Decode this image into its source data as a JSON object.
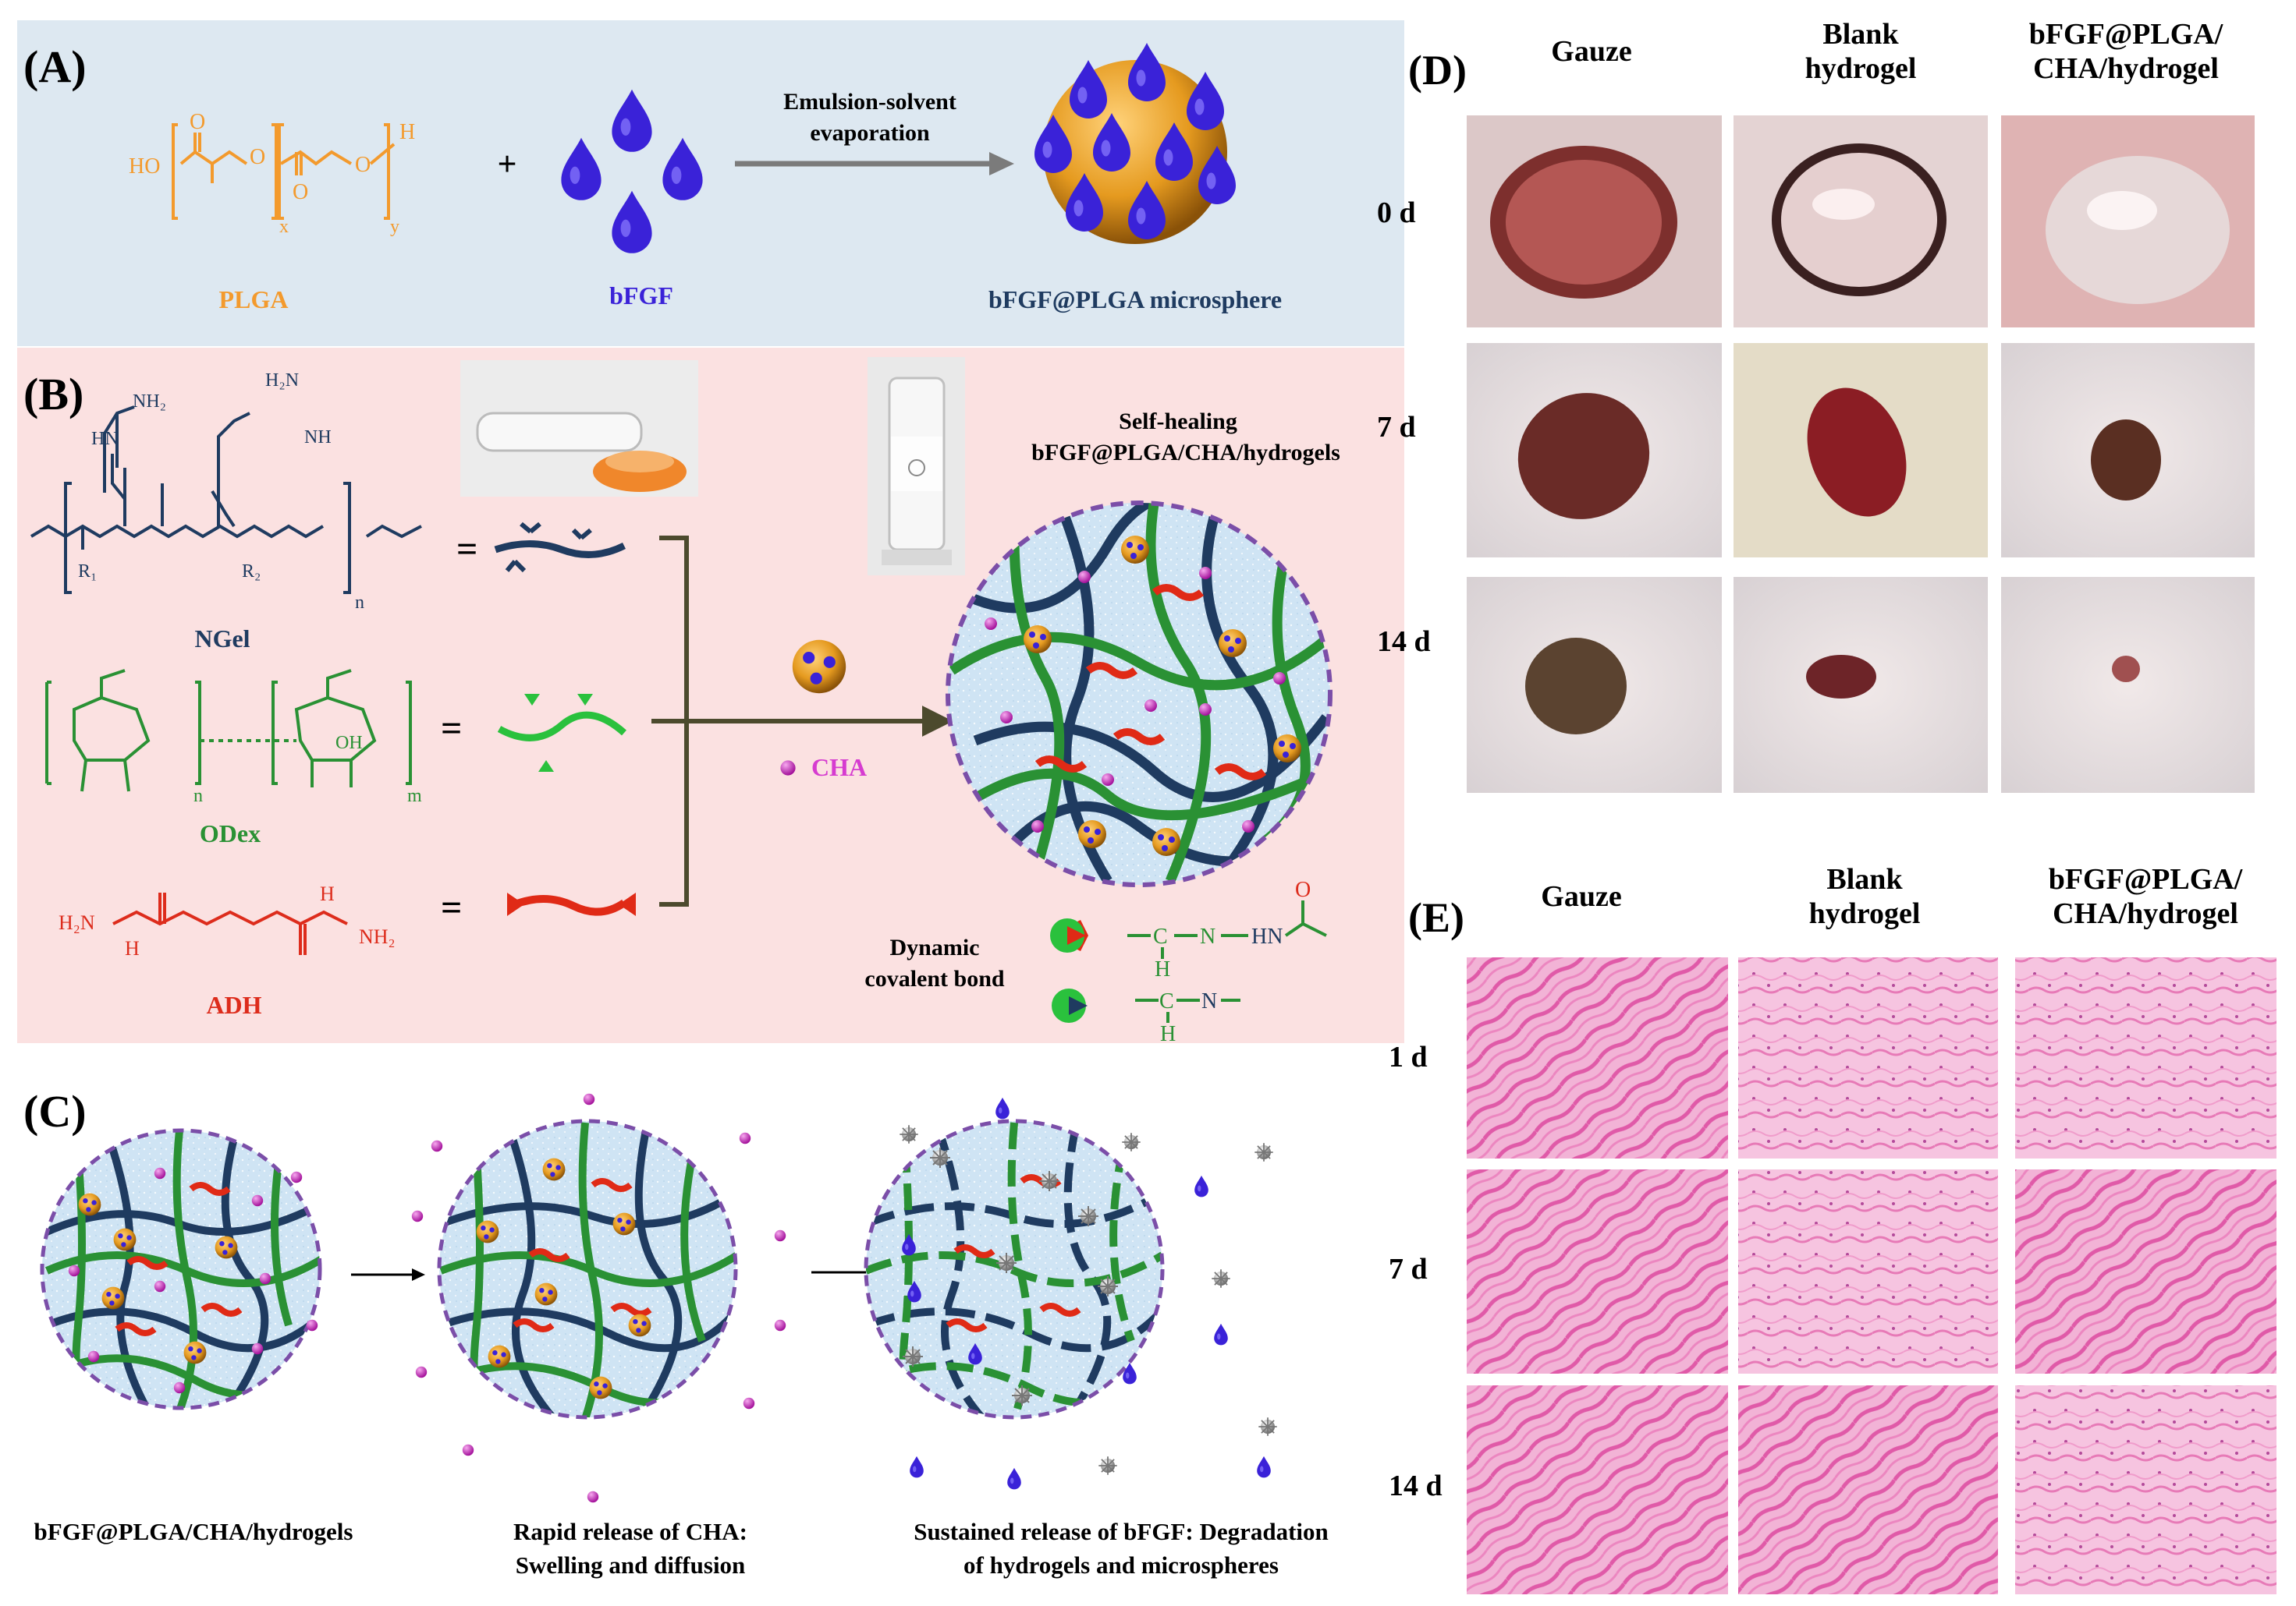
{
  "colors": {
    "panel_a_bg": "#dde8f1",
    "panel_b_bg": "#fbe1e1",
    "plga": "#f39a2d",
    "bfgf": "#4d3fd3",
    "ngel": "#1f3b60",
    "odex": "#2a9134",
    "adh": "#dd2c1c",
    "cha": "#c93bc1",
    "network_border": "#7b4ea8"
  },
  "panel_a": {
    "label": "(A)",
    "plga_label": "PLGA",
    "bfgf_label": "bFGF",
    "arrow_label_line1": "Emulsion-solvent",
    "arrow_label_line2": "evaporation",
    "microsphere_label": "bFGF@PLGA microsphere",
    "plus": "+",
    "plga_structure": {
      "ho": "HO",
      "o1": "O",
      "o2": "O",
      "o3": "O",
      "o4": "O",
      "h": "H",
      "x": "x",
      "y": "y"
    }
  },
  "panel_b": {
    "label": "(B)",
    "ngel_label": "NGel",
    "odex_label": "ODex",
    "adh_label": "ADH",
    "cha_label": "CHA",
    "equals": "=",
    "product_line1": "Self-healing",
    "product_line2": "bFGF@PLGA/CHA/hydrogels",
    "bond_label_line1": "Dynamic",
    "bond_label_line2": "covalent bond",
    "ngel_structure": {
      "nh2a": "NH₂",
      "hn": "HN",
      "nh2b": "H₂N",
      "nh": "NH",
      "r1": "R₁",
      "r2": "R₂",
      "n": "n"
    },
    "odex_structure": {
      "n": "n",
      "m": "m",
      "oh": "OH"
    },
    "adh_structure": {
      "h2n": "H₂N",
      "nh2": "NH₂",
      "h": "H"
    },
    "hydrazone": {
      "c": "C",
      "n": "N",
      "hn": "HN",
      "h": "H",
      "o": "O"
    },
    "imine": {
      "c": "C",
      "n": "N",
      "h": "H"
    }
  },
  "panel_c": {
    "label": "(C)",
    "stage1": "bFGF@PLGA/CHA/hydrogels",
    "stage2_line1": "Rapid release of CHA:",
    "stage2_line2": "Swelling and diffusion",
    "stage3_line1": "Sustained release of bFGF: Degradation",
    "stage3_line2": "of hydrogels and microspheres"
  },
  "panel_d": {
    "label": "(D)",
    "columns": [
      "Gauze",
      "Blank\nhydrogel",
      "bFGF@PLGA/\nCHA/hydrogel"
    ],
    "rows": [
      "0 d",
      "7 d",
      "14 d"
    ]
  },
  "panel_e": {
    "label": "(E)",
    "columns": [
      "Gauze",
      "Blank\nhydrogel",
      "bFGF@PLGA/\nCHA/hydrogel"
    ],
    "rows": [
      "1 d",
      "7 d",
      "14 d"
    ]
  }
}
